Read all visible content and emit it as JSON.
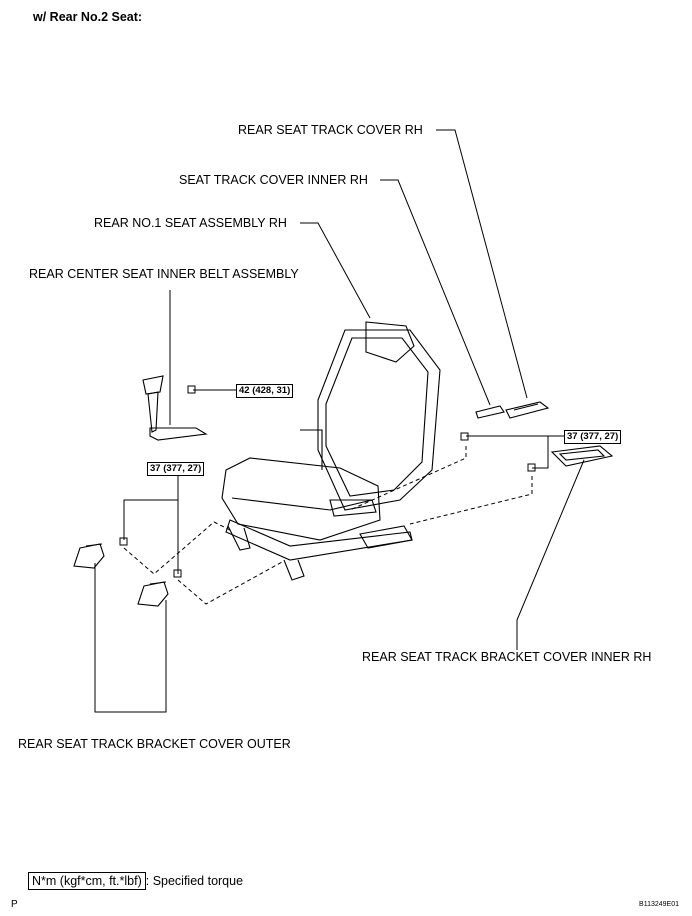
{
  "header": {
    "title": "w/ Rear No.2 Seat:"
  },
  "callouts": {
    "rear_seat_track_cover_rh": "REAR SEAT TRACK COVER RH",
    "seat_track_cover_inner_rh": "SEAT TRACK COVER INNER RH",
    "rear_no1_seat_assembly_rh": "REAR NO.1 SEAT ASSEMBLY RH",
    "rear_center_seat_inner_belt": "REAR CENTER SEAT INNER BELT ASSEMBLY",
    "rear_seat_track_bracket_cover_inner_rh": "REAR SEAT TRACK BRACKET COVER INNER RH",
    "rear_seat_track_bracket_cover_outer": "REAR SEAT TRACK BRACKET COVER OUTER"
  },
  "torque_specs": {
    "belt_bolt": "42 (428, 31)",
    "right_bolts": "37 (377, 27)",
    "left_bolts": "37 (377, 27)"
  },
  "legend": {
    "unit_box": "N*m (kgf*cm, ft.*lbf)",
    "description": ": Specified torque"
  },
  "footer": {
    "page_mark": "P",
    "figure_id": "B113249E01"
  }
}
